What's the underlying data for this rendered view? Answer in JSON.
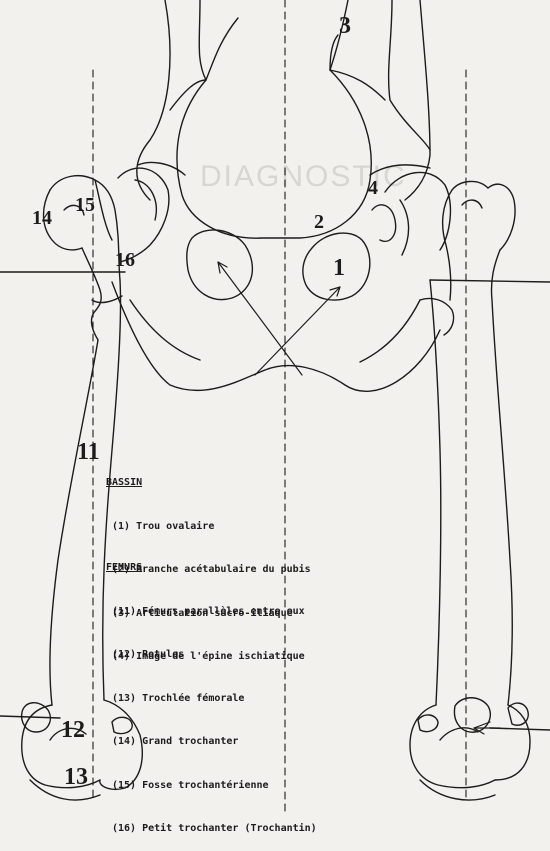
{
  "figure": {
    "markers": [
      "1",
      "2",
      "3",
      "4",
      "11",
      "12",
      "13",
      "14",
      "15",
      "16"
    ]
  },
  "legend_bassin": {
    "heading": "BASSIN",
    "items": [
      "(1) Trou ovalaire",
      "(2) Branche acétabulaire du pubis",
      "(3) Articulation sacro-iliaque",
      "(4) Image de l'épine ischiatique"
    ]
  },
  "legend_femurs": {
    "heading": "FEMURS",
    "items": [
      "(11) Fémurs parallèles entre eux",
      "(12) Rotules",
      "(13) Trochlée fémorale",
      "(14) Grand trochanter",
      "(15) Fosse trochantérienne",
      "(16) Petit trochanter (Trochantin)"
    ]
  },
  "bleed_through": {
    "title": "DIAGNOSTIC"
  },
  "colors": {
    "paper": "#f2f1ee",
    "ink": "#1c1c1c",
    "bleed": "#d8d6d2"
  }
}
